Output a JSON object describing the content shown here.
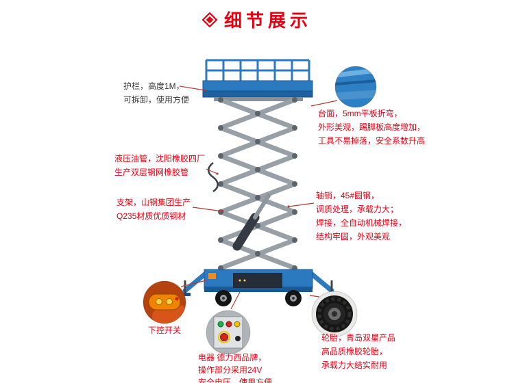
{
  "header": {
    "title": "细节展示",
    "icon": "diamond-icon",
    "accent_color": "#e60012"
  },
  "colors": {
    "accent_red": "#e60012",
    "machine_blue": "#2b7ac0",
    "machine_blue_dark": "#185a96",
    "scissor_gray": "#98a0a7",
    "remote_orange": "#f08300"
  },
  "callouts": {
    "guardrail": {
      "lines": [
        "护栏，高度1M，",
        "可拆卸，使用方便"
      ]
    },
    "platform": {
      "lines": [
        "台面，5mm平板折弯，",
        "外形美观，踢脚板高度增加，",
        "工具不易掉落，安全系数升高"
      ]
    },
    "hydraulic_hose": {
      "lines": [
        "液压油管，沈阳橡胶四厂",
        "生产双层钢网橡胶管"
      ]
    },
    "frame": {
      "lines": [
        "支架，山钢集团生产",
        "Q235材质优质钢材"
      ]
    },
    "axle_weld": {
      "lines": [
        "轴销，45#圆钢，",
        "调质处理，承载力大；",
        "焊接，全自动机械焊接，",
        "结构牢固，外观美观"
      ]
    },
    "lower_control": {
      "lines": [
        "下控开关"
      ]
    },
    "electric": {
      "lines": [
        "电器 德力西品牌，",
        "操作部分采用24V",
        "安全电压，使用方便"
      ]
    },
    "tire": {
      "lines": [
        "轮胎，青岛双星产品",
        "高品质橡胶轮胎，",
        "承载力大结实耐用"
      ]
    }
  }
}
